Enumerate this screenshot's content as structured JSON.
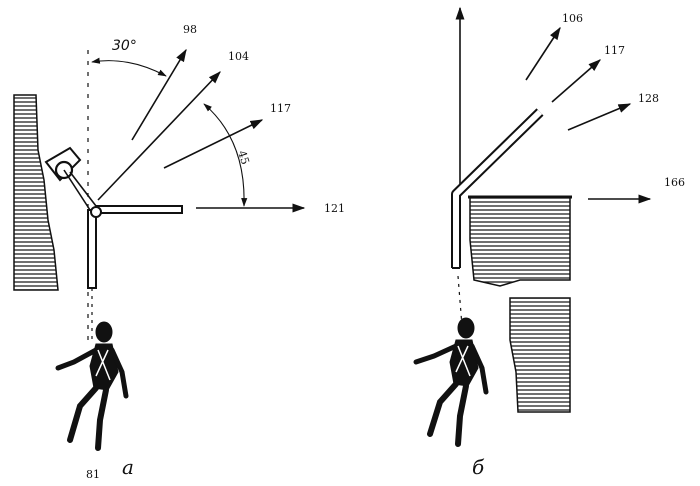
{
  "panel_a": {
    "caption": "а",
    "angle_30": "30°",
    "angle_45": "45",
    "forces": [
      "98",
      "104",
      "117",
      "121"
    ],
    "bottom_value": "81"
  },
  "panel_b": {
    "caption": "б",
    "forces": [
      "106",
      "117",
      "128",
      "166"
    ]
  }
}
